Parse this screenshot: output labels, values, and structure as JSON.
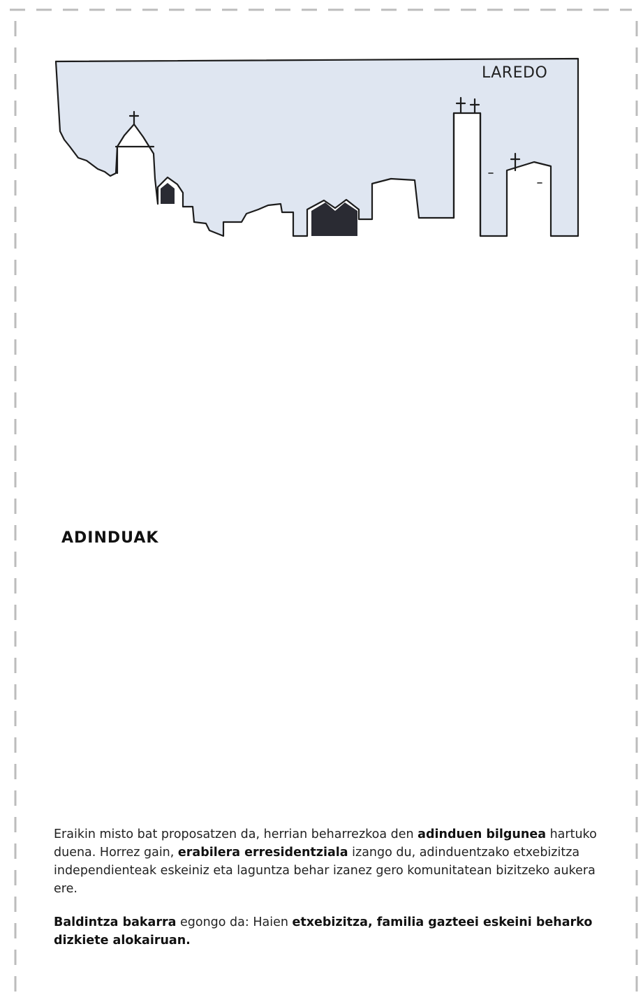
{
  "city_label": "LAREDO",
  "group_label": "ADINDUAK",
  "paragraph1": [
    {
      "text": "Eraikin misto bat proposatzen da, herrian beharrezkoa den ",
      "bold": false
    },
    {
      "text": "adinduen bilgunea",
      "bold": true
    },
    {
      "text": " hartuko duena. Horrez gain, ",
      "bold": false
    },
    {
      "text": "erabilera erresidentziala",
      "bold": true
    },
    {
      "text": " izango du, adinduentzako etxebizitza independienteak eskeiniz eta laguntza behar izanez gero komunitatean bizitzeko aukera ere.",
      "bold": false
    }
  ],
  "paragraph2": [
    {
      "text": "Baldintza bakarra",
      "bold": true
    },
    {
      "text": " egongo da:  Haien ",
      "bold": false
    },
    {
      "text": "etxebizitza, familia gazteei eskeini beharko dizkiete alokairuan.",
      "bold": true
    }
  ],
  "colors": {
    "accent_yellow": "#e6e21f",
    "sky_blue": "#dfe6f1",
    "ink": "#1c1c1c",
    "dashed_border": "#bcbcbc"
  }
}
